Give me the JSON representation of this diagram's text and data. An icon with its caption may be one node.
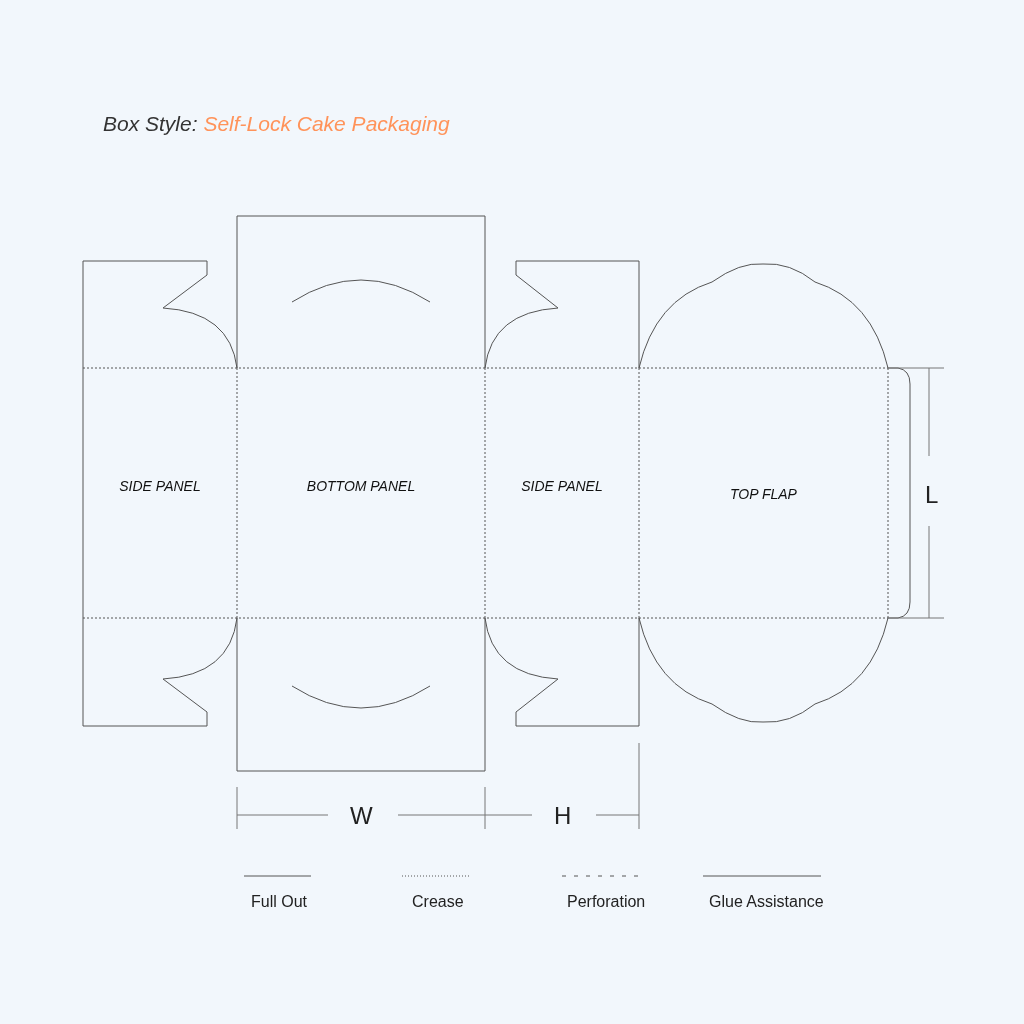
{
  "diagram": {
    "title": "Box Style: Self-Lock Cake Packaging",
    "nodes": [
      {
        "text": [
          "SIDE PANEL"
        ]
      },
      {
        "text": [
          "BOTTOM PANEL"
        ]
      },
      {
        "text": [
          "SIDE PANEL"
        ]
      },
      {
        "text": [
          "TOP FLAP"
        ]
      }
    ],
    "labels": [
      "W",
      "H",
      "L"
    ],
    "legend": [
      {
        "text": "Full Out"
      },
      {
        "text": "Crease"
      },
      {
        "text": "Perforation"
      },
      {
        "text": "Glue Assistance"
      }
    ]
  }
}
